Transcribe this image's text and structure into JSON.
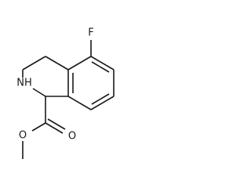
{
  "structure": {
    "atoms": {
      "fluorine": "F",
      "amine": "NH",
      "carbonyl_oxygen": "O",
      "ester_oxygen": "O"
    }
  }
}
